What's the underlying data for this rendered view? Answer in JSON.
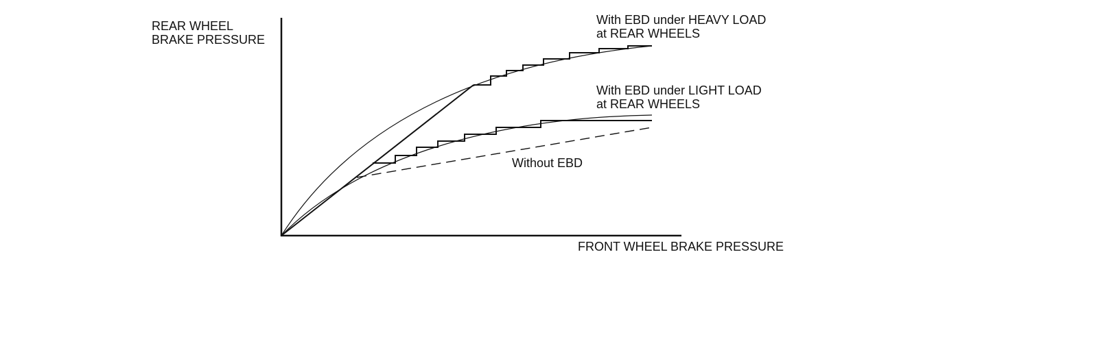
{
  "diagram": {
    "axes": {
      "y_label": [
        "REAR WHEEL",
        "BRAKE PRESSURE"
      ],
      "x_label": "FRONT WHEEL BRAKE PRESSURE"
    },
    "curves": {
      "heavy_load": {
        "label": [
          "With EBD under HEAVY LOAD",
          "at REAR WHEELS"
        ]
      },
      "light_load": {
        "label": [
          "With EBD under LIGHT LOAD",
          "at REAR WHEELS"
        ]
      },
      "without_ebd": {
        "label": "Without EBD"
      }
    },
    "line_color": "#111111",
    "background": "#ffffff"
  }
}
